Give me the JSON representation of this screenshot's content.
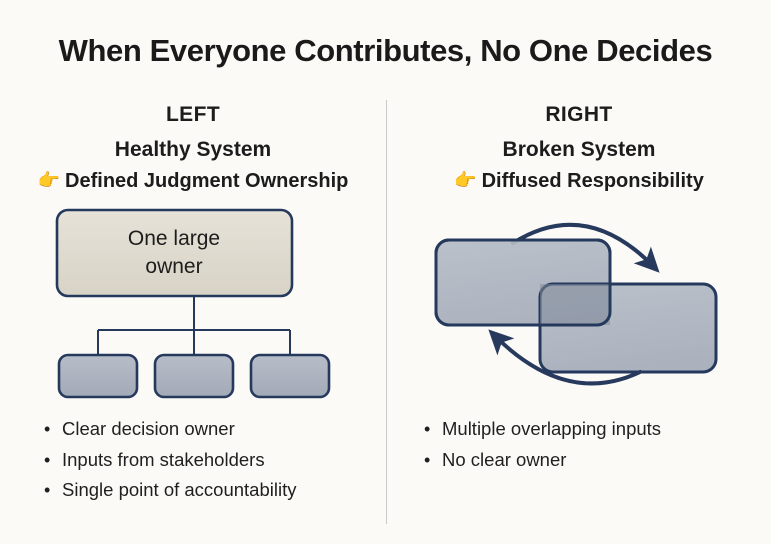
{
  "slide": {
    "title": "When Everyone Contributes, No One Decides",
    "background_color": "#fbfaf7",
    "divider_color": "#c9c9c9"
  },
  "left": {
    "label": "LEFT",
    "heading": "Healthy System",
    "subheading": "Defined Judgment Ownership",
    "hand_icon": "👉",
    "diagram": {
      "type": "hierarchy-tree",
      "parent_box_label": "One large owner",
      "parent_box_fill": "#e0dcd1",
      "child_box_fill": "#aab1bd",
      "border_color": "#25395c",
      "child_count": 3
    },
    "bullets": [
      "Clear decision owner",
      "Inputs from stakeholders",
      "Single point of accountability"
    ]
  },
  "right": {
    "label": "RIGHT",
    "heading": "Broken System",
    "subheading": "Diffused Responsibility",
    "hand_icon": "👉",
    "diagram": {
      "type": "overlapping-boxes-cycle",
      "box_fill": "#aeb5c0",
      "overlap_fill": "#8e96a6",
      "border_color": "#25395c",
      "arrow_color": "#27395c",
      "box_count": 2,
      "arrow_count": 2
    },
    "bullets": [
      "Multiple overlapping inputs",
      "No clear owner"
    ]
  }
}
